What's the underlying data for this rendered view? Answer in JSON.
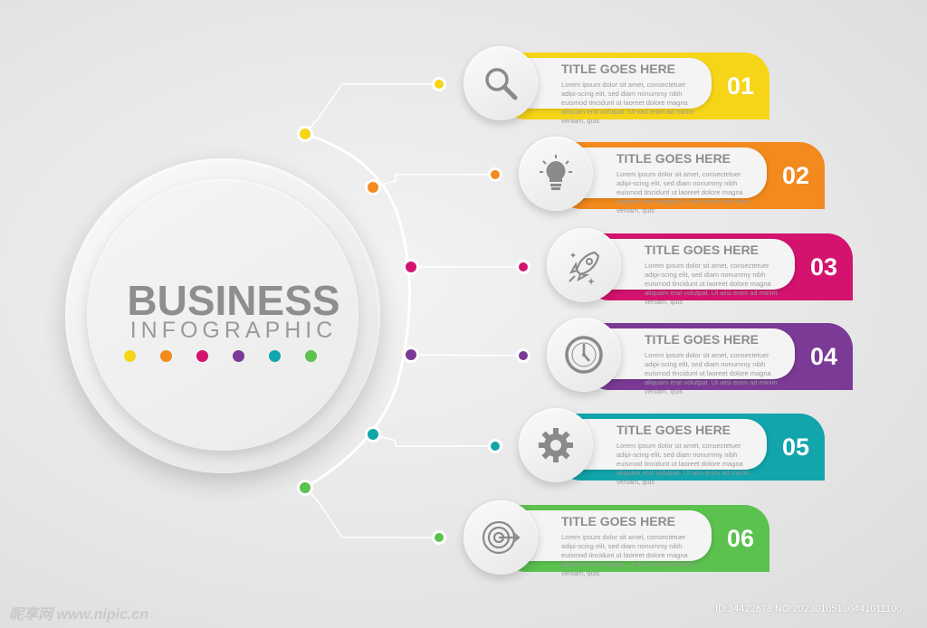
{
  "main": {
    "title": "BUSINESS",
    "subtitle": "INFOGRAPHIC",
    "dot_colors": [
      "#f6d518",
      "#f28a1d",
      "#d4136f",
      "#7b3a96",
      "#12a5ab",
      "#5bc14f"
    ]
  },
  "steps": [
    {
      "number": "01",
      "title": "TITLE GOES HERE",
      "text": "Lorem ipsum dolor sit amet, consectetuer adipi-scing elit, sed diam nonummy nibh euismod tincidunt ut laoreet dolore magna aliquam erat volutpat. Ut wisi enim ad minim veniam, quis",
      "color": "#f6d518",
      "icon": "magnifier-icon"
    },
    {
      "number": "02",
      "title": "TITLE GOES HERE",
      "text": "Lorem ipsum dolor sit amet, consectetuer adipi-scing elit, sed diam nonummy nibh euismod tincidunt ut laoreet dolore magna aliquam erat volutpat. Ut wisi enim ad minim veniam, quis",
      "color": "#f28a1d",
      "icon": "lightbulb-icon"
    },
    {
      "number": "03",
      "title": "TITLE GOES HERE",
      "text": "Lorem ipsum dolor sit amet, consectetuer adipi-scing elit, sed diam nonummy nibh euismod tincidunt ut laoreet dolore magna aliquam erat volutpat. Ut wisi enim ad minim veniam, quis",
      "color": "#d4136f",
      "icon": "rocket-icon"
    },
    {
      "number": "04",
      "title": "TITLE GOES HERE",
      "text": "Lorem ipsum dolor sit amet, consectetuer adipi-scing elit, sed diam nonummy nibh euismod tincidunt ut laoreet dolore magna aliquam erat volutpat. Ut wisi enim ad minim veniam, quis",
      "color": "#7b3a96",
      "icon": "clock-icon"
    },
    {
      "number": "05",
      "title": "TITLE GOES HERE",
      "text": "Lorem ipsum dolor sit amet, consectetuer adipi-scing elit, sed diam nonummy nibh euismod tincidunt ut laoreet dolore magna aliquam erat volutpat. Ut wisi enim ad minim veniam, quis",
      "color": "#12a5ab",
      "icon": "gear-icon"
    },
    {
      "number": "06",
      "title": "TITLE GOES HERE",
      "text": "Lorem ipsum dolor sit amet, consectetuer adipi-scing elit, sed diam nonummy nibh euismod tincidunt ut laoreet dolore magna aliquam erat volutpat. Ut wisi enim ad minim veniam, quis",
      "color": "#5bc14f",
      "icon": "target-icon"
    }
  ],
  "watermark": {
    "left": "昵享网 www.nipic.cn",
    "right": "ID:34422673 NO:20230105130441011100"
  }
}
